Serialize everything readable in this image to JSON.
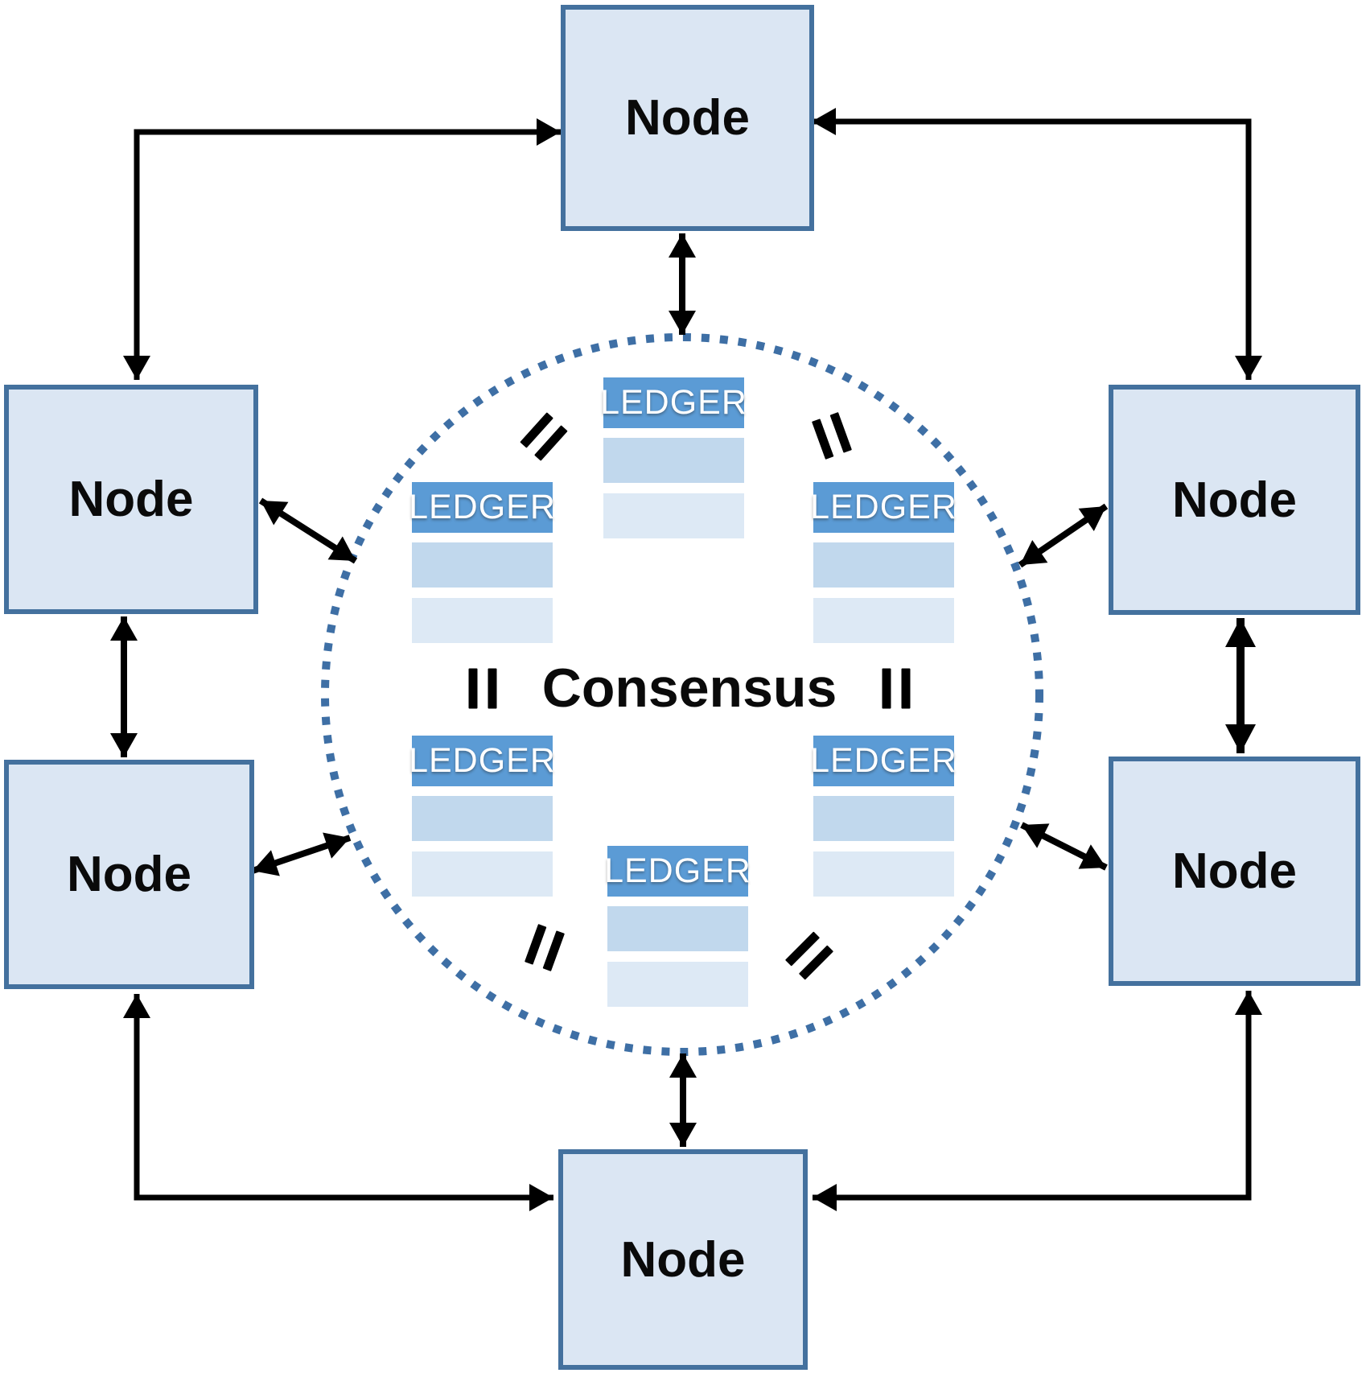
{
  "center": {
    "label": "Consensus"
  },
  "nodes": [
    {
      "position": "top",
      "label": "Node"
    },
    {
      "position": "upper-left",
      "label": "Node"
    },
    {
      "position": "upper-right",
      "label": "Node"
    },
    {
      "position": "lower-left",
      "label": "Node"
    },
    {
      "position": "lower-right",
      "label": "Node"
    },
    {
      "position": "bottom",
      "label": "Node"
    }
  ],
  "ledgers": [
    {
      "position": "top",
      "label": "LEDGER",
      "row_count": 2
    },
    {
      "position": "upper-left",
      "label": "LEDGER",
      "row_count": 2
    },
    {
      "position": "upper-right",
      "label": "LEDGER",
      "row_count": 2
    },
    {
      "position": "lower-left",
      "label": "LEDGER",
      "row_count": 2
    },
    {
      "position": "lower-right",
      "label": "LEDGER",
      "row_count": 2
    },
    {
      "position": "bottom",
      "label": "LEDGER",
      "row_count": 2
    }
  ],
  "icons": {
    "equals_sign": "=",
    "equals_sign_count": 6
  },
  "colors": {
    "arrow": "#000000",
    "equals": "#000000",
    "node_fill": "#dbe6f3",
    "node_border": "#44719e",
    "ledger_header": "#5b9bd5",
    "ledger_row_medium": "#c1d8ed",
    "ledger_row_light": "#dde9f5",
    "circle_dots": "#3e6fa5"
  }
}
